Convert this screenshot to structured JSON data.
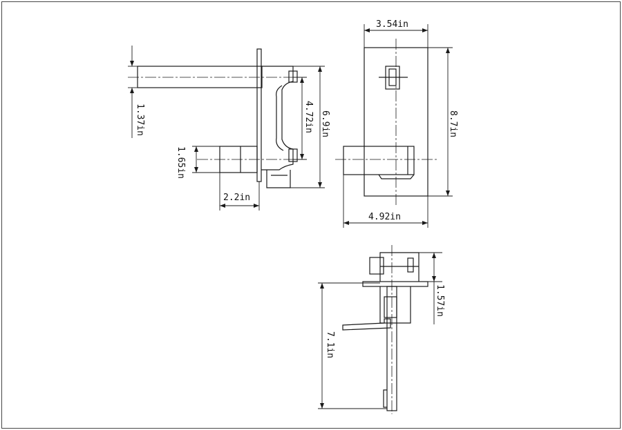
{
  "diagram": {
    "style": {
      "line_color": "#1a1a1a",
      "border_color": "#444444",
      "background": "#ffffff"
    },
    "dimensions": {
      "spout_diameter": "1.37in",
      "inner_height": "4.72in",
      "total_height": "6.9in",
      "handle_diameter": "1.65in",
      "handle_depth": "2.2in",
      "plate_width": "3.54in",
      "plate_height": "8.7in",
      "overall_width": "4.92in",
      "top_depth": "1.57in",
      "body_depth": "7.1in"
    }
  }
}
